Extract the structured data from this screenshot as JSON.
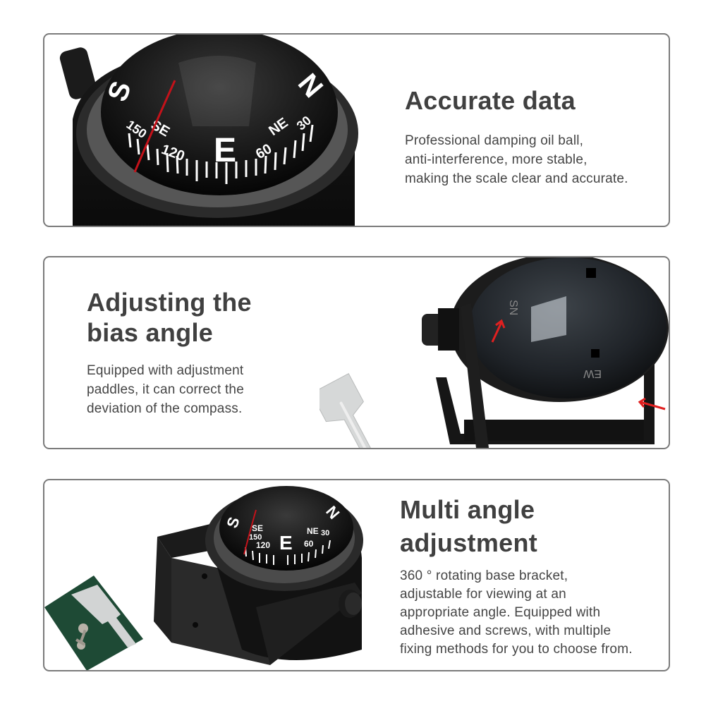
{
  "features": [
    {
      "title": "Accurate data",
      "description_lines": [
        "Professional damping oil ball,",
        "anti-interference, more stable,",
        "making the scale clear and accurate."
      ],
      "image": {
        "subject": "compass-dome-closeup",
        "dial_labels": [
          "S",
          "150",
          "SE",
          "120",
          "E",
          "60",
          "NE",
          "30",
          "N"
        ]
      }
    },
    {
      "title_lines": [
        "Adjusting the",
        "bias angle"
      ],
      "description_lines": [
        "Equipped with adjustment",
        "paddles, it can correct the",
        "deviation of the compass."
      ],
      "image": {
        "subject": "compass-back-with-adjustment-paddle",
        "markings": [
          "NS",
          "EW"
        ],
        "annotation_color": "#e02020"
      }
    },
    {
      "title_lines": [
        "Multi angle",
        "adjustment"
      ],
      "description_lines": [
        "360 ° rotating base bracket,",
        "adjustable for viewing at an",
        "appropriate angle. Equipped with",
        "adhesive and screws, with multiple",
        "fixing methods for you to choose from."
      ],
      "image": {
        "subject": "compass-on-bracket-with-accessories",
        "dial_labels": [
          "S",
          "150",
          "SE",
          "120",
          "E",
          "60",
          "NE",
          "30",
          "N"
        ]
      }
    }
  ]
}
